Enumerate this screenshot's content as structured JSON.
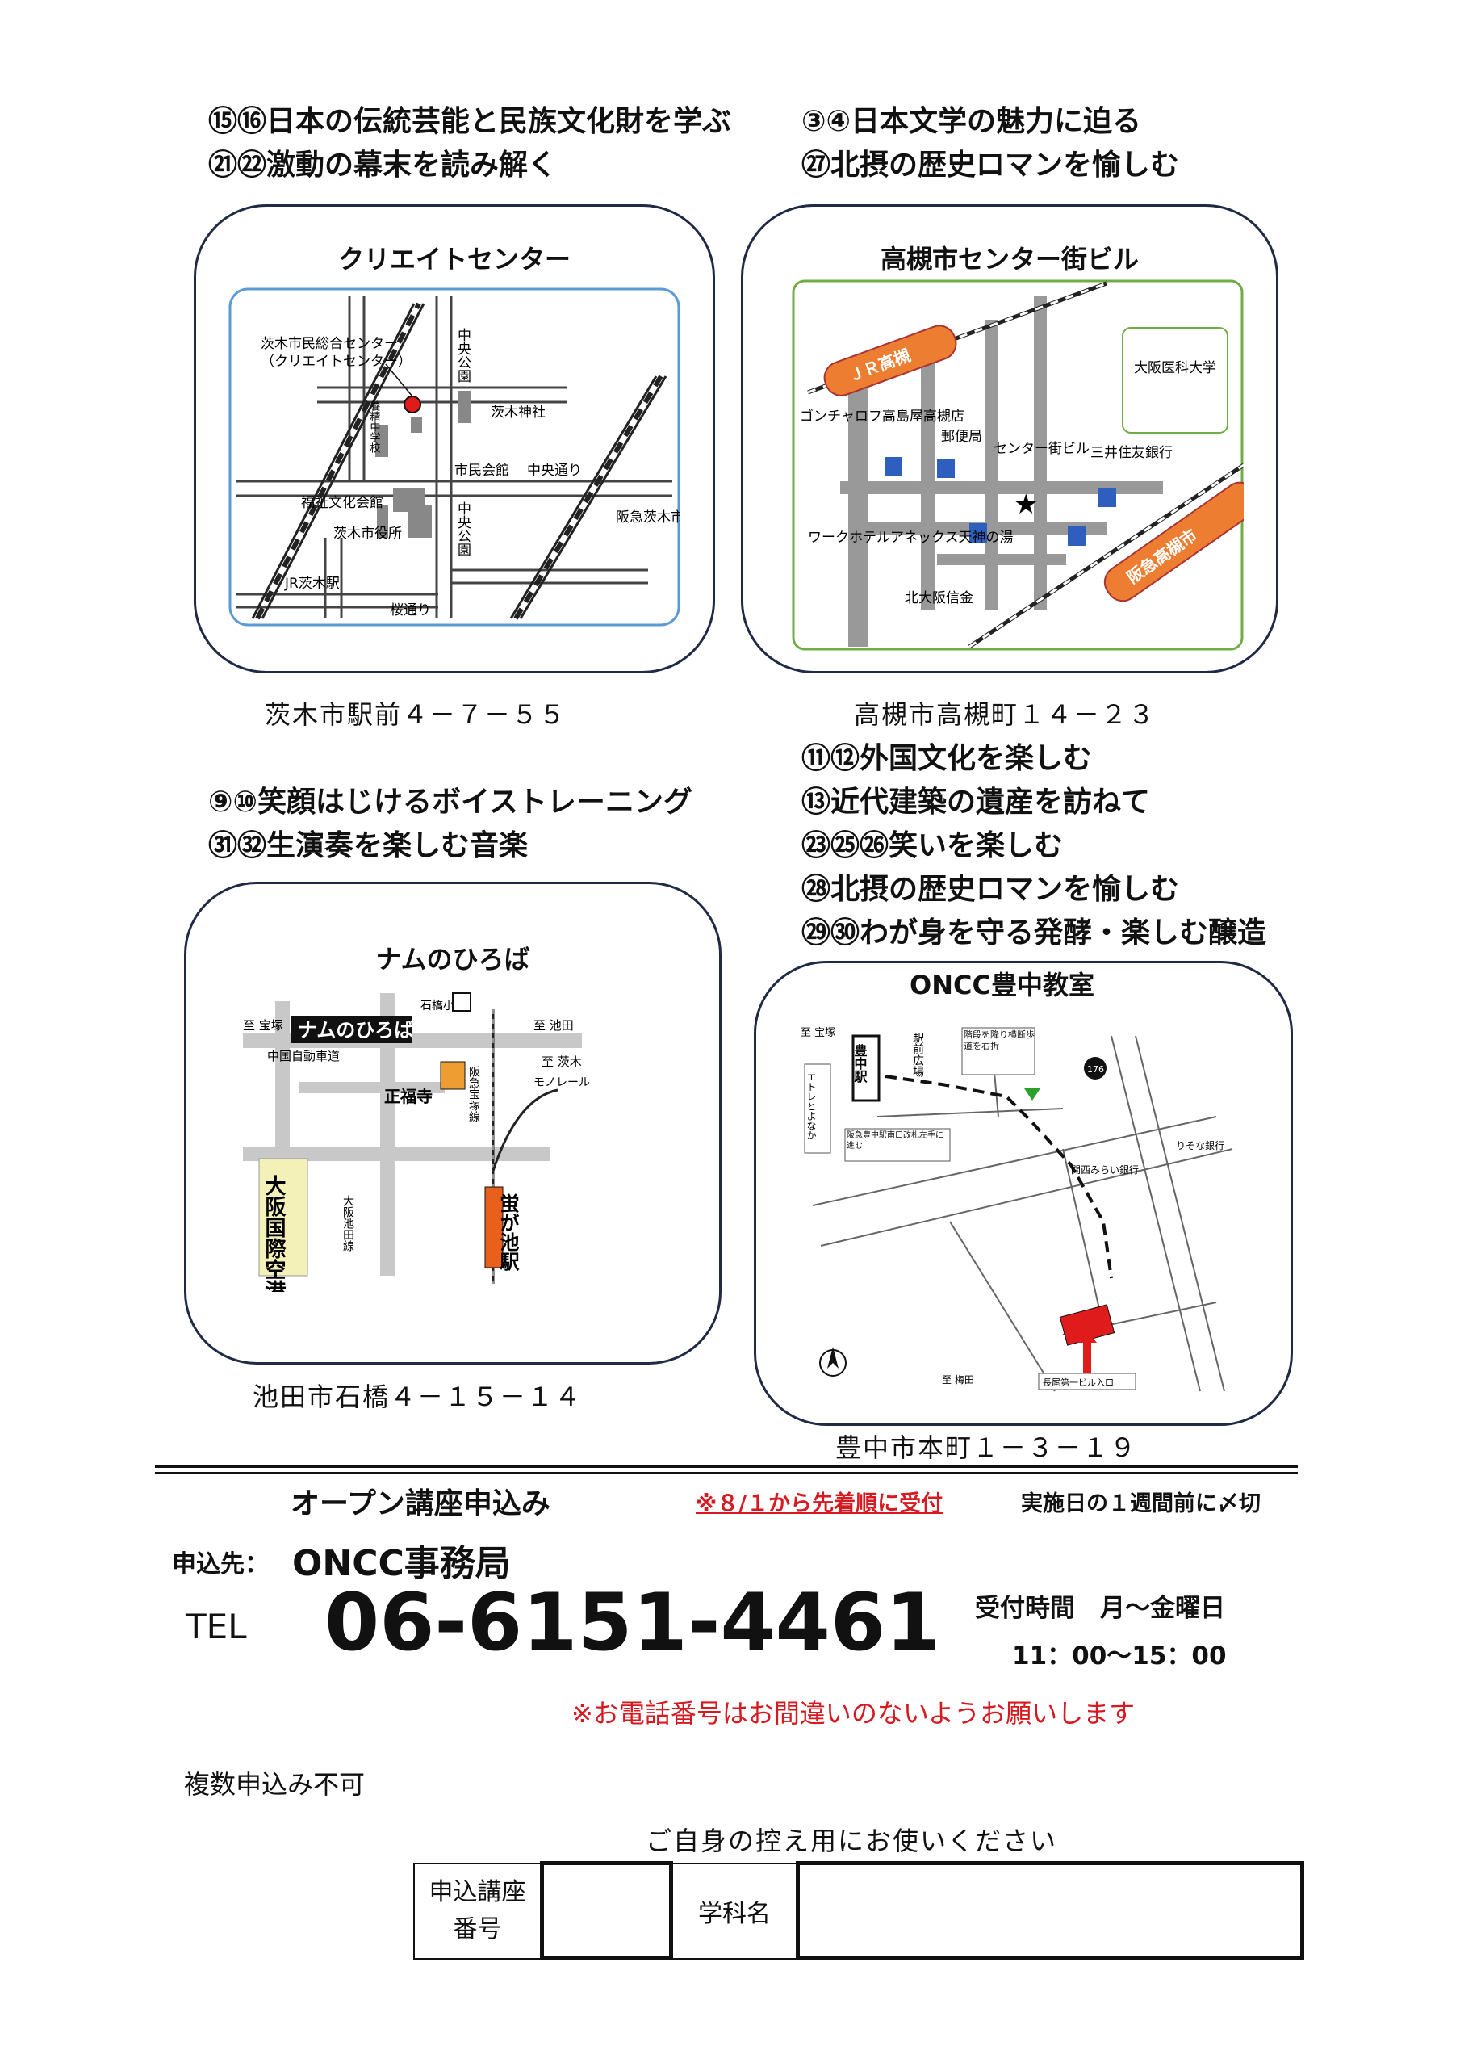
{
  "courses": {
    "top_left": [
      "⑮⑯日本の伝統芸能と民族文化財を学ぶ",
      "㉑㉒激動の幕末を読み解く"
    ],
    "top_right": [
      "③④日本文学の魅力に迫る",
      "㉗北摂の歴史ロマンを愉しむ"
    ],
    "mid_left": [
      "⑨⑩笑顔はじけるボイストレーニング",
      "㉛㉜生演奏を楽しむ音楽"
    ],
    "mid_right": [
      "⑪⑫外国文化を楽しむ",
      "⑬近代建築の遺産を訪ねて",
      "㉓㉕㉖笑いを楽しむ",
      "㉘北摂の歴史ロマンを愉しむ",
      "㉙㉚わが身を守る発酵・楽しむ醸造"
    ]
  },
  "venues": {
    "create": {
      "title": "クリエイトセンター",
      "address": "茨木市駅前４－７－５５",
      "labels": {
        "center": "茨木市民総合センター",
        "center_sub": "（クリエイトセンター）",
        "school": "養精中学校",
        "shrine": "茨木神社",
        "hall": "市民会館",
        "chuo_dori": "中央通り",
        "welfare": "福祉文化会館",
        "cityhall": "茨木市役所",
        "park_top": "中央公園",
        "park_bottom": "中央公園",
        "hankyu": "阪急茨木市駅",
        "jr": "JR茨木駅",
        "sakura": "桜通り"
      }
    },
    "takatsuki": {
      "title": "高槻市センター街ビル",
      "address": "高槻市高槻町１４－２３",
      "labels": {
        "jr": "ＪＲ高槻",
        "hankyu": "阪急高槻市",
        "medical": "大阪医科大学",
        "gonchan": "ゴンチャロフ高島屋高槻店",
        "post": "郵便局",
        "building": "センター街ビル",
        "smbc": "三井住友銀行",
        "hotel": "ワークホテルアネックス天神の湯",
        "shinkin": "北大阪信金"
      }
    },
    "namu": {
      "title": "ナムのひろば",
      "address": "池田市石橋４－１５－１４",
      "labels": {
        "sign": "ナムのひろば",
        "school": "石橋小",
        "to_takarazuka": "至 宝塚",
        "to_ikeda": "至 池田",
        "to_ibaraki": "至 茨木",
        "expressway": "中国自動車道",
        "temple": "正福寺",
        "hankyu_line": "阪急宝塚線",
        "monorail": "モノレール",
        "airport": "大阪国際空港",
        "road": "大阪池田線",
        "station": "蛍が池駅"
      }
    },
    "oncc": {
      "title": "ONCC豊中教室",
      "address": "豊中市本町１－３－１９",
      "labels": {
        "to_takarazuka": "至 宝塚",
        "station": "豊中駅",
        "plaza": "駅前広場",
        "note1": "階段を降り横断歩道を右折",
        "note2": "阪急豊中駅南口改札左手に進む",
        "etre": "エトレとよなか",
        "bank1": "関西みらい銀行",
        "bank2": "りそな銀行",
        "route": "176",
        "to_umeda": "至 梅田",
        "entrance": "長尾第一ビル入口"
      }
    }
  },
  "application": {
    "heading": "オープン講座申込み",
    "notice": "※８/１から先着順に受付",
    "deadline": "実施日の１週間前に〆切",
    "dest_label": "申込先：",
    "dest": "ONCC事務局",
    "tel_label": "TEL",
    "tel": "06-6151-4461",
    "hours_label": "受付時間　月～金曜日",
    "hours": "11：00～15：00",
    "caution": "※お電話番号はお間違いのないようお願いします",
    "multi": "複数申込み不可",
    "keep_note": "ご自身の控え用にお使いください",
    "table": {
      "col1_line1": "申込講座",
      "col1_line2": "番号",
      "col3": "学科名"
    }
  }
}
